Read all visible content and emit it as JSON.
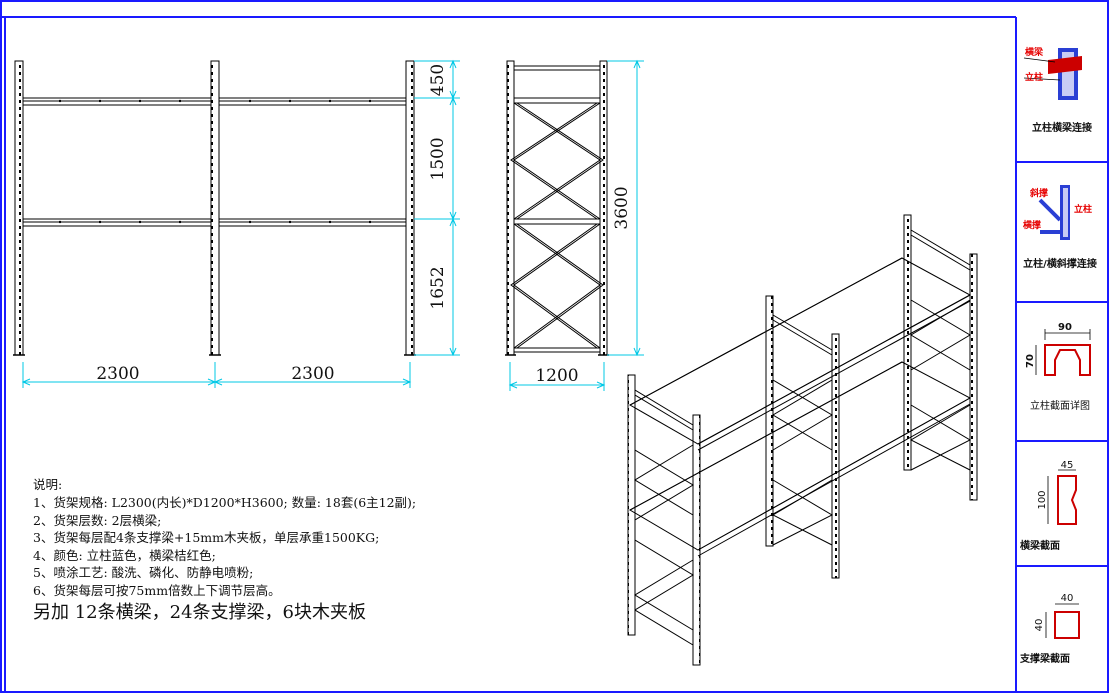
{
  "colors": {
    "frame_border": "#1a1aff",
    "dimension": "#00c8e6",
    "drawing_line": "#000000",
    "callout_label": "#e60000",
    "detail_blue": "#2a3fd4",
    "detail_red": "#cc0000"
  },
  "front_view": {
    "bay_widths": [
      "2300",
      "2300"
    ],
    "heights": [
      "450",
      "1500",
      "1652"
    ]
  },
  "side_view": {
    "depth": "1200",
    "total_height": "3600"
  },
  "details": [
    {
      "title": "立柱横梁连接",
      "labels": [
        "横梁",
        "立柱"
      ]
    },
    {
      "title": "立柱/横斜撑连接",
      "labels": [
        "斜撑",
        "立柱",
        "横撑"
      ]
    },
    {
      "title": "立柱截面详图",
      "dims": [
        "90",
        "70"
      ]
    },
    {
      "title": "横梁截面",
      "dims": [
        "45",
        "100"
      ]
    },
    {
      "title": "支撑梁截面",
      "dims": [
        "40",
        "40"
      ]
    }
  ],
  "notes": {
    "heading": "说明:",
    "lines": [
      "1、货架规格: L2300(内长)*D1200*H3600; 数量: 18套(6主12副);",
      "2、货架层数: 2层横梁;",
      "3、货架每层配4条支撑梁+15mm木夹板，单层承重1500KG;",
      "4、颜色: 立柱蓝色，横梁桔红色;",
      "5、喷涂工艺: 酸洗、磷化、防静电喷粉;",
      "6、货架每层可按75mm倍数上下调节层高。"
    ],
    "extra": "另加 12条横梁，24条支撑梁，6块木夹板"
  }
}
